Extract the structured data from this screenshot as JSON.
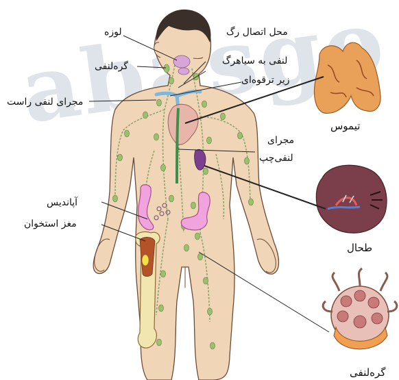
{
  "watermark": "abasgo",
  "labels": {
    "tonsil": "لوزه",
    "lymph_node_neck": "گره‌لنفی",
    "right_lymph_duct": "مجرای لنفی راست",
    "junction_line1": "محل اتصال رگ",
    "junction_line2": "لنفی به سیاهرگ",
    "junction_line3": "زیر ترقوه‌ای",
    "thymus": "تیموس",
    "left_lymph_duct_line1": "مجرای",
    "left_lymph_duct_line2": "لنفی‌چپ",
    "spleen": "طحال",
    "appendix": "آپاندیس",
    "bone_marrow": "مغز استخوان",
    "lymph_node": "گره‌لنفی"
  },
  "colors": {
    "skin": "#f0d6b6",
    "skin_outline": "#6b4a36",
    "hair": "#3b2f2a",
    "lymph_vessel": "#8aa56a",
    "node": "#7fa35a",
    "thymus": "#e9a15a",
    "spleen": "#7a3f4a",
    "intestine": "#e080c8",
    "bone": "#f2e6b0",
    "marrow": "#b4532a",
    "duct": "#7fb6dc",
    "heart": "#d98a8a"
  }
}
